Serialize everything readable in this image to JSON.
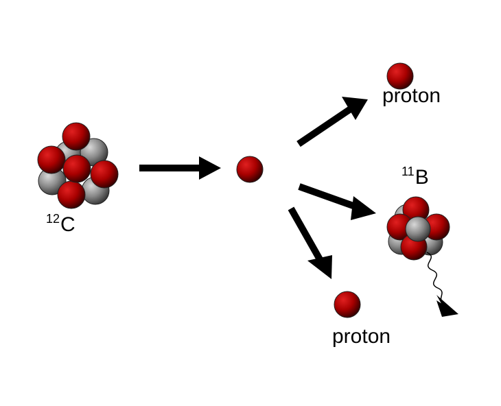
{
  "labels": {
    "carbon_mass": "12",
    "carbon_symbol": "C",
    "boron_mass": "11",
    "boron_symbol": "B",
    "proton_top": "proton",
    "proton_bottom": "proton"
  },
  "colors": {
    "proton": "#b30000",
    "neutron": "#8a8a8a",
    "arrow": "#000000",
    "background": "#ffffff"
  }
}
